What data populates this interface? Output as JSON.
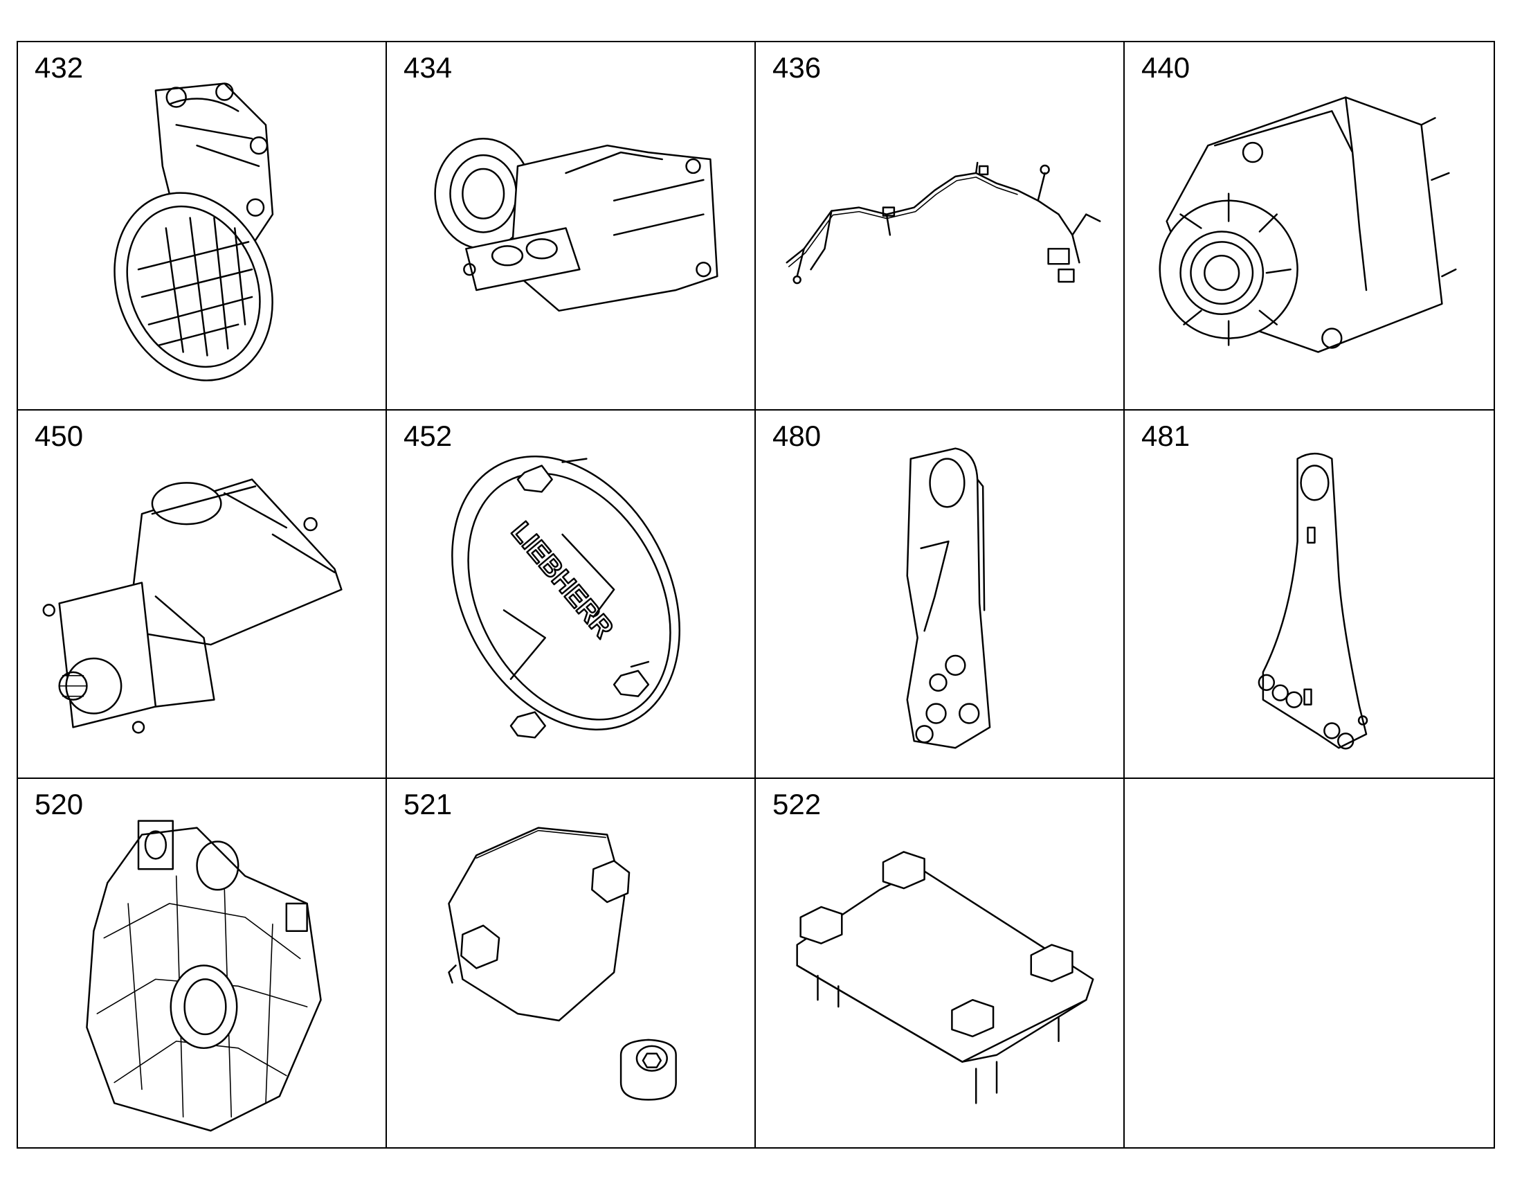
{
  "parts": [
    {
      "number": "432",
      "icon": "intake-housing-icon"
    },
    {
      "number": "434",
      "icon": "turbocharger-icon"
    },
    {
      "number": "436",
      "icon": "wiring-harness-icon"
    },
    {
      "number": "440",
      "icon": "alternator-icon"
    },
    {
      "number": "450",
      "icon": "starter-motor-icon"
    },
    {
      "number": "452",
      "icon": "cover-plate-icon"
    },
    {
      "number": "480",
      "icon": "lifting-bracket-icon"
    },
    {
      "number": "481",
      "icon": "lifting-bracket-icon"
    },
    {
      "number": "520",
      "icon": "flywheel-housing-icon"
    },
    {
      "number": "521",
      "icon": "blanking-plate-icon"
    },
    {
      "number": "522",
      "icon": "mounting-plate-icon"
    },
    {
      "number": "",
      "icon": ""
    }
  ],
  "logo_text": "LIEBHERR"
}
